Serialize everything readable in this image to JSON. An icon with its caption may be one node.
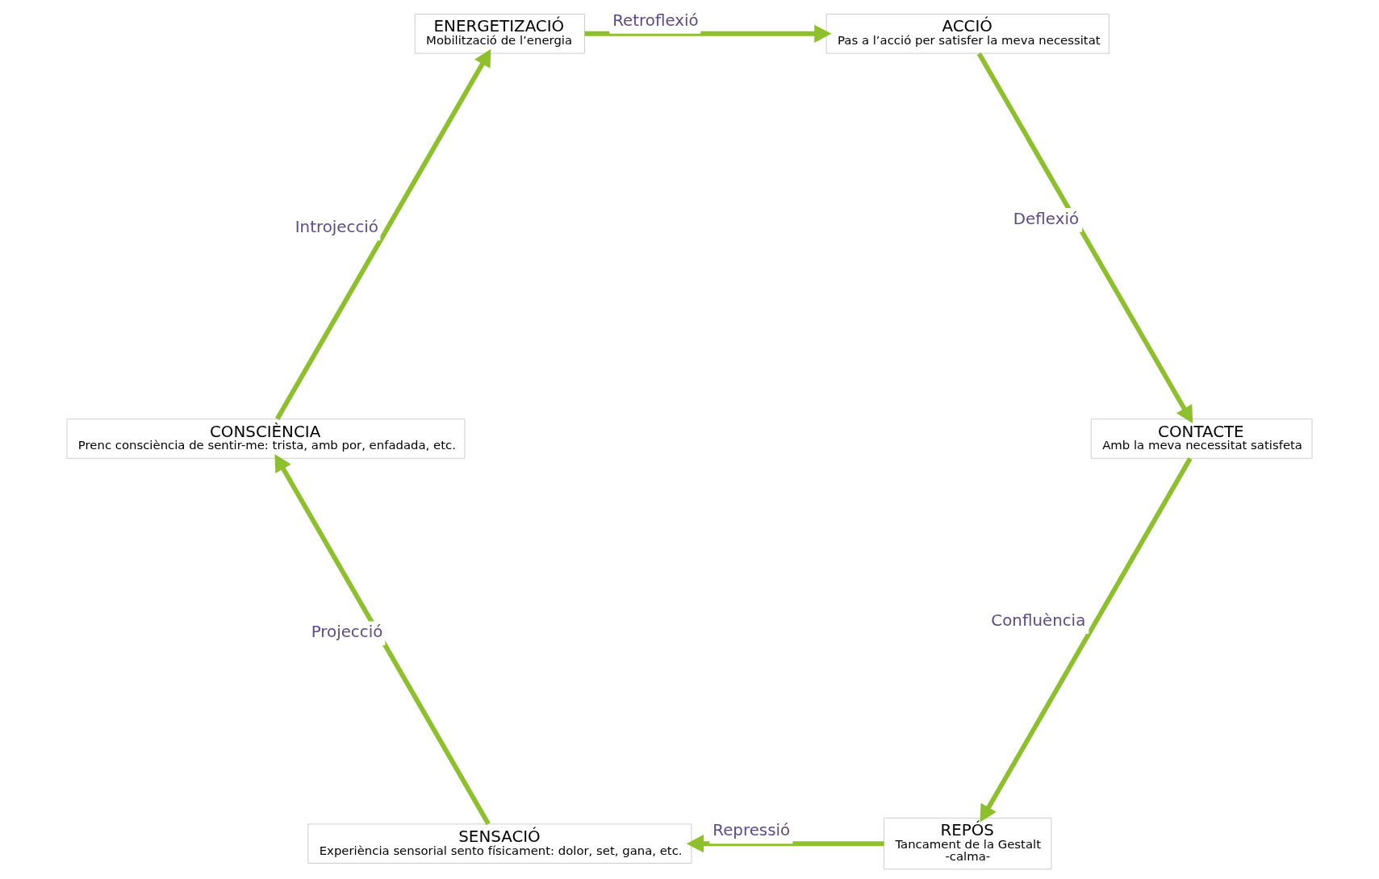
{
  "diagram": {
    "nodes": [
      {
        "text": [
          "REPÓS",
          "Tancament de la Gestalt",
          "-calma-"
        ]
      },
      {
        "text": [
          "CONTACTE",
          "Amb la meva necessitat satisfeta"
        ]
      },
      {
        "text": [
          "SENSACIÓ",
          "Experiència sensorial sento físicament: dolor, set, gana, etc."
        ]
      },
      {
        "text": [
          "ACCIÓ",
          "Pas a l’acció per satisfer la meva necessitat"
        ]
      },
      {
        "text": [
          "CONSCIÈNCIA",
          "Prenc consciència de sentir-me: trista, amb por, enfadada, etc."
        ]
      },
      {
        "text": [
          "ENERGETIZACIÓ",
          "Mobilització de l’energia"
        ]
      }
    ],
    "edges": [
      {
        "from": 0,
        "to": 2,
        "arrow": "to",
        "label": "Repressió"
      },
      {
        "from": 2,
        "to": 4,
        "arrow": "to",
        "label": "Projecció"
      },
      {
        "from": 4,
        "to": 5,
        "arrow": "to",
        "label": "Introjecció"
      },
      {
        "from": 5,
        "to": 3,
        "arrow": "to",
        "label": "Retroflexió"
      },
      {
        "from": 3,
        "to": 1,
        "arrow": "to",
        "label": "Deflexió"
      },
      {
        "from": 1,
        "to": 0,
        "arrow": "to",
        "label": "Confluència"
      }
    ]
  }
}
